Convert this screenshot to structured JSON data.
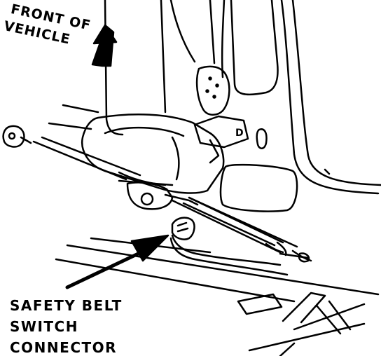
{
  "diagram": {
    "front_label_line1": "FRONT OF",
    "front_label_line2": "VEHICLE",
    "callout_line1": "SAFETY BELT",
    "callout_line2": "SWITCH",
    "callout_line3": "CONNECTOR",
    "buckle_letter": "D"
  },
  "colors": {
    "ink": "#000000",
    "paper": "#ffffff"
  }
}
